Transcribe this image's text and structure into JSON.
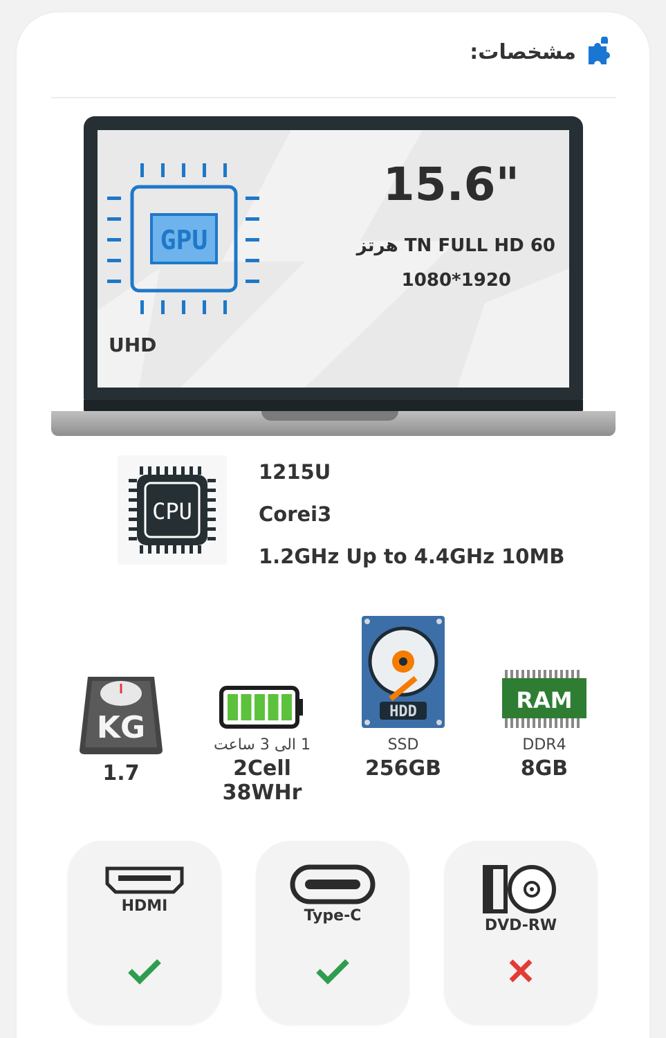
{
  "header": {
    "title": "مشخصات:",
    "icon": "puzzle-icon",
    "accent": "#1976d2"
  },
  "display": {
    "size": "15.6\"",
    "panel": "TN FULL HD 60 هرتز",
    "resolution": "1080*1920",
    "gpu_label": "UHD",
    "gpu_chip_text": "GPU"
  },
  "cpu": {
    "chip_text": "CPU",
    "model": "1215U",
    "series": "Corei3",
    "clock": "1.2GHz Up to 4.4GHz 10MB"
  },
  "specs": {
    "ram": {
      "badge": "RAM",
      "type": "DDR4",
      "value": "8GB"
    },
    "storage": {
      "badge": "HDD",
      "type": "SSD",
      "value": "256GB"
    },
    "battery": {
      "duration": "1 الی 3 ساعت",
      "value": "2Cell 38WHr",
      "charge_level": 1.0
    },
    "weight": {
      "badge": "KG",
      "value": "1.7"
    }
  },
  "ports": [
    {
      "name": "HDMI",
      "available": true
    },
    {
      "name": "Type-C",
      "available": true
    },
    {
      "name": "DVD-RW",
      "available": false
    }
  ],
  "colors": {
    "check": "#2e9d4f",
    "cross": "#e53935",
    "ram_green": "#2e7d32"
  }
}
